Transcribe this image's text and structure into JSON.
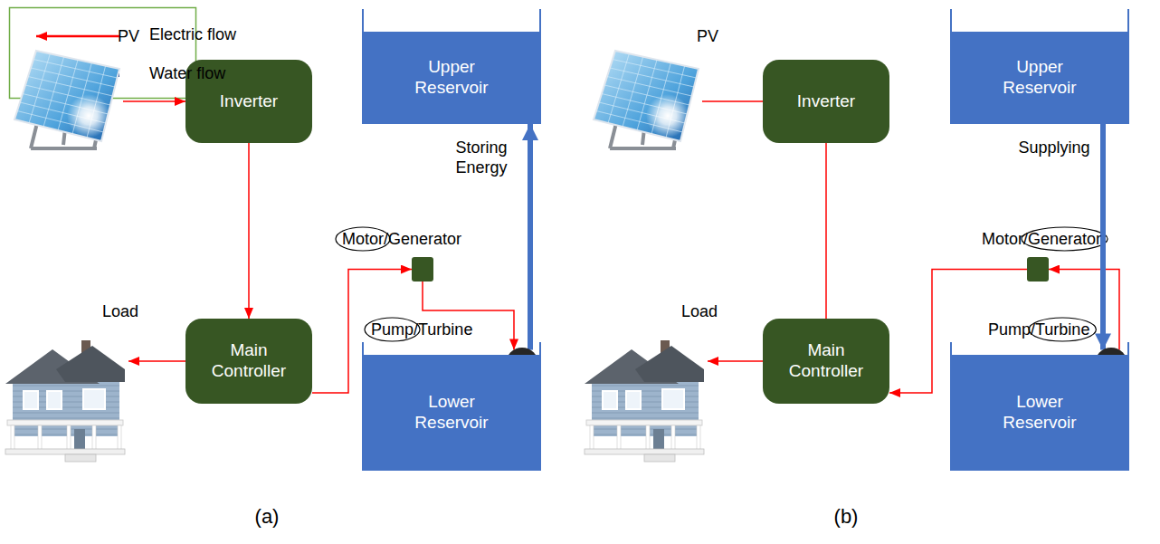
{
  "diagram": {
    "nodes": [
      {
        "text": [
          "PV"
        ]
      },
      {
        "text": [
          "Inverter"
        ]
      },
      {
        "text": [
          "Load"
        ]
      },
      {
        "text": [
          "Main Controller"
        ]
      },
      {
        "text": [
          "Motor/Generator"
        ]
      },
      {
        "text": [
          "Pump/Turbine"
        ]
      },
      {
        "text": [
          "Upper Reservoir"
        ]
      },
      {
        "text": [
          "Lower Reservoir"
        ]
      },
      {
        "text": [
          "PV"
        ]
      },
      {
        "text": [
          "Inverter"
        ]
      },
      {
        "text": [
          "Load"
        ]
      },
      {
        "text": [
          "Main Controller"
        ]
      },
      {
        "text": [
          "Motor/Generator"
        ]
      },
      {
        "text": [
          "Pump/Turbine"
        ]
      },
      {
        "text": [
          "Upper Reservoir"
        ]
      },
      {
        "text": [
          "Lower Reservoir"
        ]
      }
    ],
    "edges": [
      {
        "from": 0,
        "to": 1,
        "arrow": "to"
      },
      {
        "from": 1,
        "to": 3,
        "arrow": "to"
      },
      {
        "from": 3,
        "to": 2,
        "arrow": "to"
      },
      {
        "from": 3,
        "to": 4,
        "arrow": "to"
      },
      {
        "from": 4,
        "to": 5,
        "arrow": "to"
      },
      {
        "from": 5,
        "to": 6,
        "label": "Storing Energy",
        "arrow": "to"
      },
      {
        "from": 8,
        "to": 9,
        "arrow": "none"
      },
      {
        "from": 9,
        "to": 11,
        "arrow": "none"
      },
      {
        "from": 11,
        "to": 10,
        "arrow": "to"
      },
      {
        "from": 12,
        "to": 11,
        "arrow": "to"
      },
      {
        "from": 13,
        "to": 12,
        "arrow": "to"
      },
      {
        "from": 14,
        "to": 13,
        "label": "Supplying",
        "arrow": "to"
      }
    ],
    "labels": [
      "(a)",
      "(b)"
    ],
    "legend": [
      {
        "text": "Electric flow"
      },
      {
        "text": "Water flow"
      }
    ]
  }
}
